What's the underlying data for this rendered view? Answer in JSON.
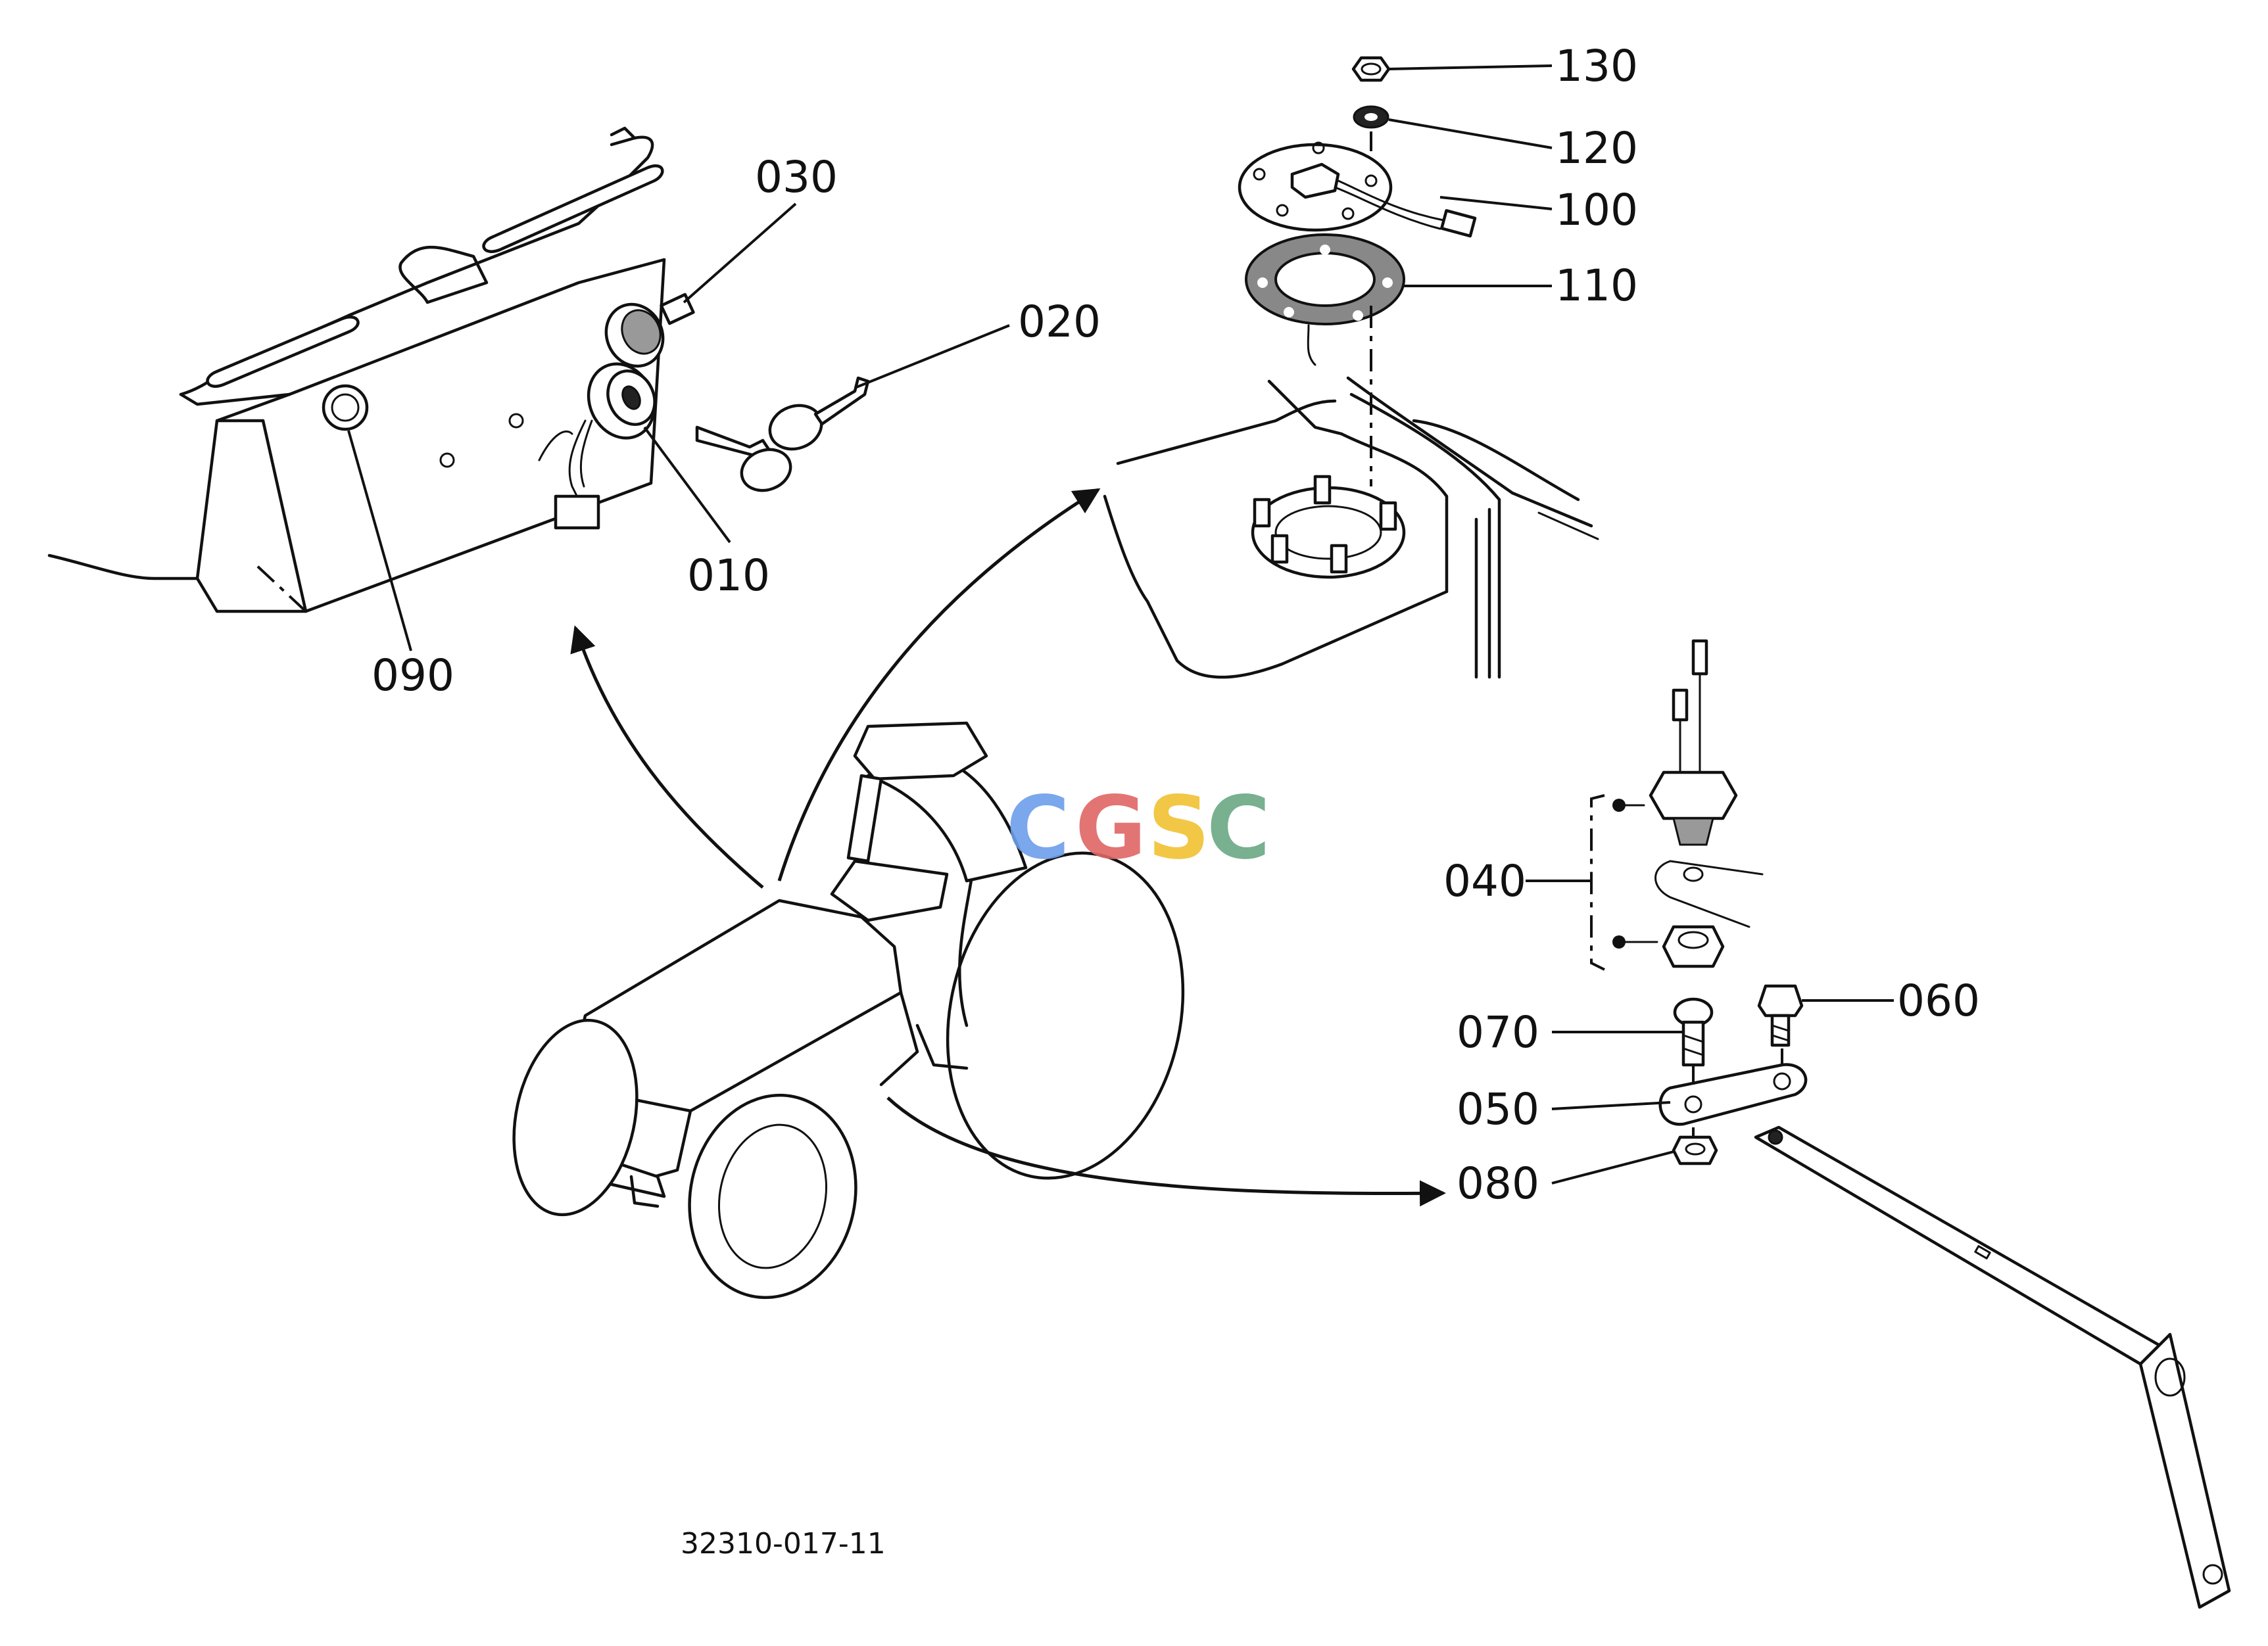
{
  "parts": {
    "p010": "010",
    "p020": "020",
    "p030": "030",
    "p040": "040",
    "p050": "050",
    "p060": "060",
    "p070": "070",
    "p080": "080",
    "p090": "090",
    "p100": "100",
    "p110": "110",
    "p120": "120",
    "p130": "130"
  },
  "drawing_number": "32310-017-11",
  "watermark": {
    "letters": [
      "C",
      "G",
      "S",
      "C"
    ],
    "colors": [
      "#6d9eeb",
      "#e06666",
      "#f1c232",
      "#6aa884"
    ]
  }
}
